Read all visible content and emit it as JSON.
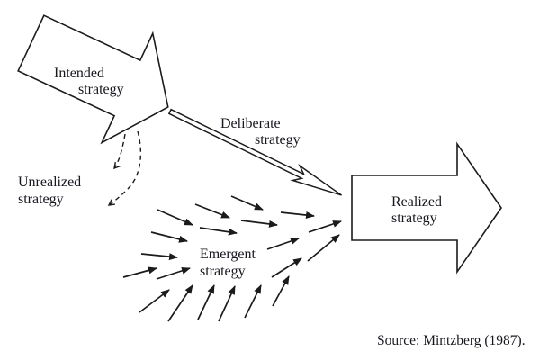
{
  "diagram": {
    "labels": {
      "intended": {
        "line1": "Intended",
        "line2": "strategy"
      },
      "deliberate": {
        "line1": "Deliberate",
        "line2": "strategy"
      },
      "unrealized": {
        "line1": "Unrealized",
        "line2": "strategy"
      },
      "emergent": {
        "line1": "Emergent",
        "line2": "strategy"
      },
      "realized": {
        "line1": "Realized",
        "line2": "strategy"
      }
    },
    "source": "Source: Mintzberg (1987).",
    "flow": {
      "edges": [
        {
          "from": "Intended strategy",
          "to": "Realized strategy",
          "label": "Deliberate strategy",
          "style": "thin-outline-arrow"
        },
        {
          "from": "Intended strategy",
          "to": "Unrealized strategy",
          "style": "dashed-curved-arrows"
        },
        {
          "from": "Emergent strategy",
          "to": "Realized strategy",
          "style": "fan-of-small-solid-arrows"
        }
      ]
    },
    "colors": {
      "background": "#ffffff",
      "shape_fill": "#ffffff",
      "stroke": "#1b1b1b",
      "text": "#17171f"
    }
  }
}
